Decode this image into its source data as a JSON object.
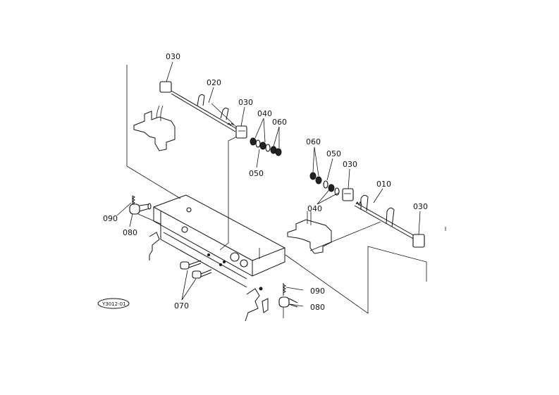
{
  "callouts": {
    "c030_top_left": "030",
    "c020": "020",
    "c030_mid": "030",
    "c040_left": "040",
    "c060_left": "060",
    "c050_left": "050",
    "c060_right": "060",
    "c050_right": "050",
    "c030_right_top": "030",
    "c010": "010",
    "c030_right": "030",
    "c040_right": "040",
    "c090_left": "090",
    "c080_left": "080",
    "c070": "070",
    "c090_right": "090",
    "c080_right": "080"
  },
  "stamp": "Y3012-01"
}
